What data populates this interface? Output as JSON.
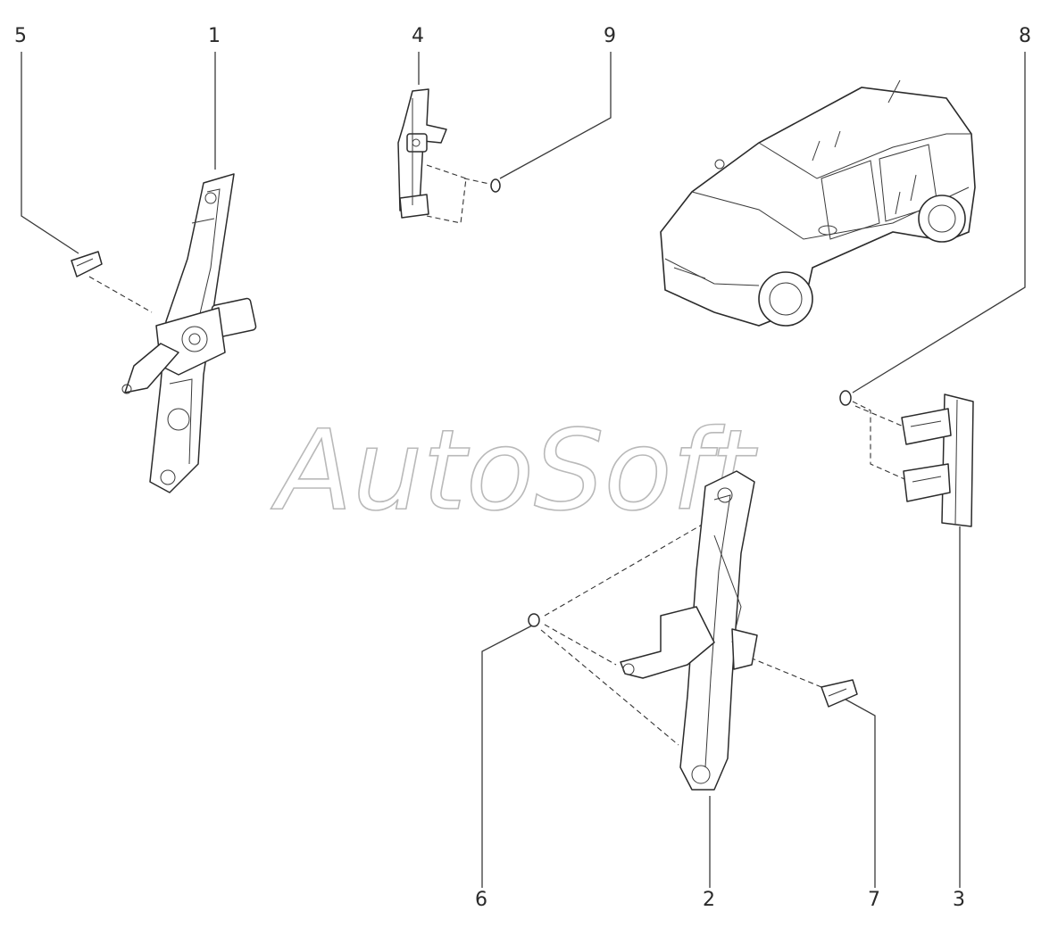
{
  "watermark": {
    "text": "AutoSoft"
  },
  "callouts": [
    {
      "id": "5",
      "label": "5"
    },
    {
      "id": "1",
      "label": "1"
    },
    {
      "id": "4",
      "label": "4"
    },
    {
      "id": "9",
      "label": "9"
    },
    {
      "id": "8",
      "label": "8"
    },
    {
      "id": "6",
      "label": "6"
    },
    {
      "id": "2",
      "label": "2"
    },
    {
      "id": "7",
      "label": "7"
    },
    {
      "id": "3",
      "label": "3"
    }
  ],
  "icons": {
    "car": "vehicle-crossover-icon",
    "regulator_front": "window-regulator-motor-icon",
    "regulator_rear": "window-regulator-rear-icon",
    "guide_rail": "glass-guide-rail-icon",
    "clip": "retainer-clip-icon",
    "nut": "nut-icon"
  },
  "colors": {
    "lines": "#2b2b2b",
    "watermark": "#b9b9b9",
    "background": "#ffffff"
  }
}
